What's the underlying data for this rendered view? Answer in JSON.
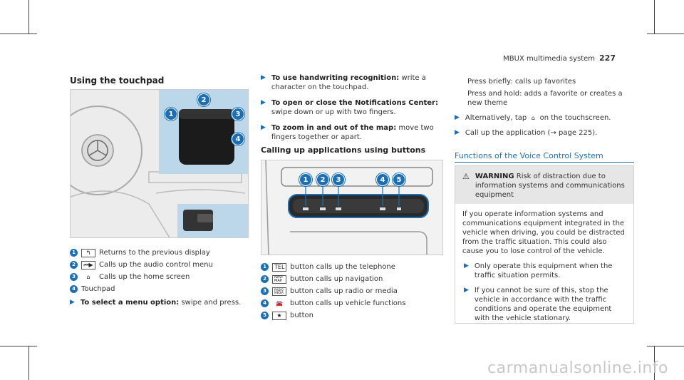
{
  "page_header": {
    "title": "MBUX multimedia system",
    "page_number": "227"
  },
  "left": {
    "heading": "Using the touchpad",
    "figure_callouts": [
      "1",
      "2",
      "3",
      "4"
    ],
    "legend": [
      {
        "num": "1",
        "key": "↰",
        "text": "Returns to the previous display"
      },
      {
        "num": "2",
        "key": "⏮▶",
        "text": "Calls up the audio control menu"
      },
      {
        "num": "3",
        "key": "⌂",
        "text": "Calls up the home screen"
      },
      {
        "num": "4",
        "key": "",
        "text": "Touchpad"
      }
    ],
    "bullet_bold": "To select a menu option:",
    "bullet_text": " swipe and press."
  },
  "middle": {
    "bullets": [
      {
        "bold": "To use handwriting recognition:",
        "text": " write a character on the touchpad."
      },
      {
        "bold": "To open or close the Notifications Center:",
        "text": " swipe down or up with two fingers."
      },
      {
        "bold": "To zoom in and out of the map:",
        "text": " move two fingers together or apart."
      }
    ],
    "subheading": "Calling up applications using buttons",
    "figure_callouts": [
      "1",
      "2",
      "3",
      "4",
      "5"
    ],
    "legend": [
      {
        "num": "1",
        "key": "TEL",
        "text": "button calls up the telephone"
      },
      {
        "num": "2",
        "key": "NAVI MAP",
        "text": "button calls up navigation"
      },
      {
        "num": "3",
        "key": "RADIO MEDIA",
        "text": "button calls up radio or media"
      },
      {
        "num": "4",
        "key": "🚘",
        "text": "button calls up vehicle functions"
      },
      {
        "num": "5",
        "key": "★",
        "text": "button"
      }
    ]
  },
  "right": {
    "press_briefly": "Press briefly: calls up favorites",
    "press_hold": "Press and hold: adds a favorite or creates a new theme",
    "alt_prefix": "Alternatively, tap",
    "alt_icon": "⌂",
    "alt_suffix": "on the touchscreen.",
    "callup": "Call up the application (→ page 225).",
    "section_title": "Functions of the Voice Control System",
    "warning_label": "WARNING",
    "warning_text": " Risk of distraction due to information systems and communications equipment",
    "warning_body": "If you operate information systems and communications equipment integrated in the vehicle when driving, you could be distracted from the traffic situation. This could also cause you to lose control of the vehicle.",
    "warning_bullets": [
      "Only operate this equipment when the traffic situation permits.",
      "If you cannot be sure of this, stop the vehicle in accordance with the traffic conditions and operate the equipment with the vehicle stationary."
    ]
  },
  "watermark": "carmanualsonline.info",
  "colors": {
    "accent": "#1a6fb6"
  }
}
